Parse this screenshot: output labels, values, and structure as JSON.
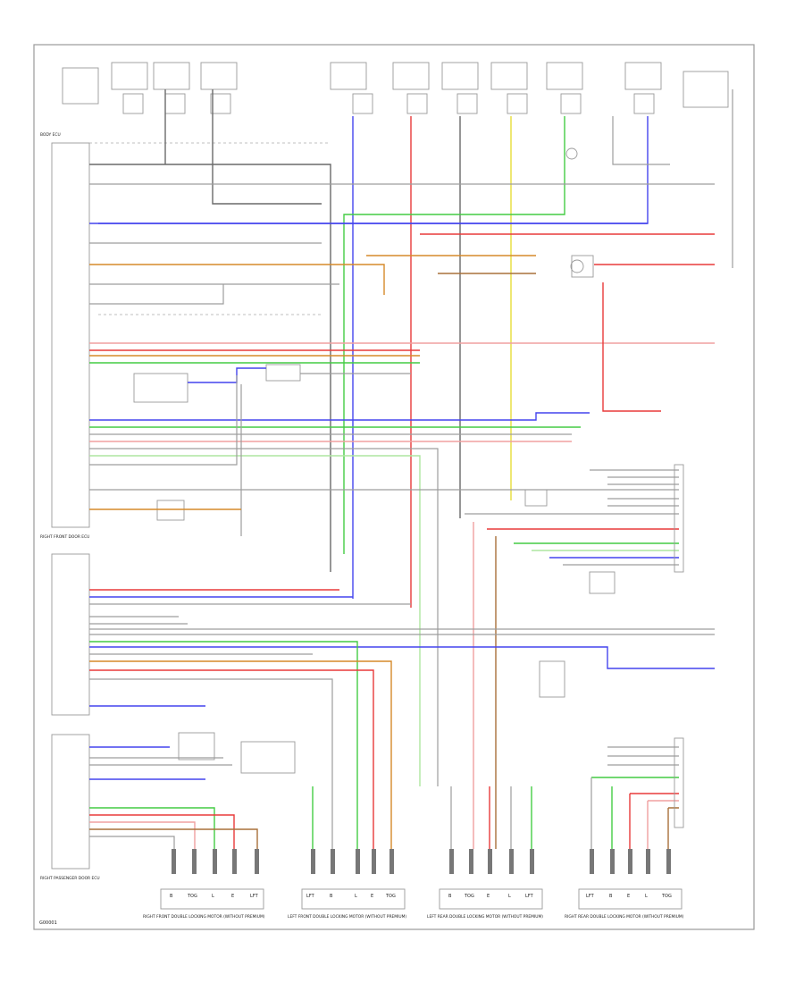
{
  "diagram": {
    "footer_id": "G00001",
    "motor_labels": [
      "RIGHT FRONT DOUBLE LOCKING MOTOR (WITHOUT PREMIUM)",
      "LEFT FRONT DOUBLE LOCKING MOTOR (WITHOUT PREMIUM)",
      "LEFT REAR DOUBLE LOCKING MOTOR (WITHOUT PREMIUM)",
      "RIGHT REAR DOUBLE LOCKING MOTOR (WITHOUT PREMIUM)"
    ],
    "pin_sets": [
      [
        "B",
        "TOG",
        "L",
        "E",
        "LFT"
      ],
      [
        "LFT",
        "B",
        "L",
        "E",
        "TOG"
      ],
      [
        "B",
        "TOG",
        "E",
        "L",
        "LFT"
      ],
      [
        "LFT",
        "B",
        "E",
        "L",
        "TOG"
      ]
    ],
    "left_modules": [
      "BODY ECU",
      "RIGHT FRONT DOOR ECU",
      "RIGHT PASSENGER DOOR ECU"
    ]
  }
}
